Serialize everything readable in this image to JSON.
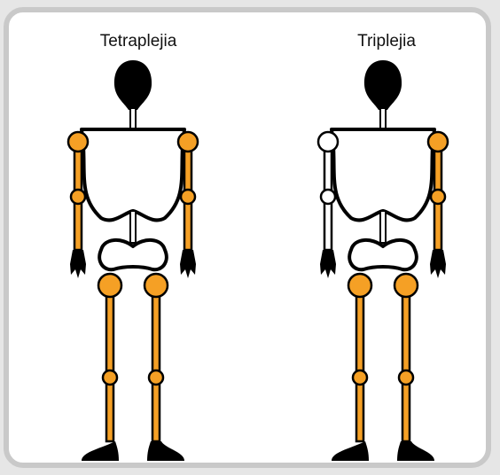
{
  "figures": [
    {
      "label": "Tetraplejia",
      "affected": [
        "left-arm",
        "right-arm",
        "left-leg",
        "right-leg"
      ]
    },
    {
      "label": "Triplejia",
      "affected": [
        "right-arm",
        "left-leg",
        "right-leg"
      ]
    }
  ],
  "colors": {
    "affected_fill": "#f5a025",
    "unaffected_fill": "#ffffff",
    "outline": "#000000",
    "frame": "#c9c9c9"
  }
}
